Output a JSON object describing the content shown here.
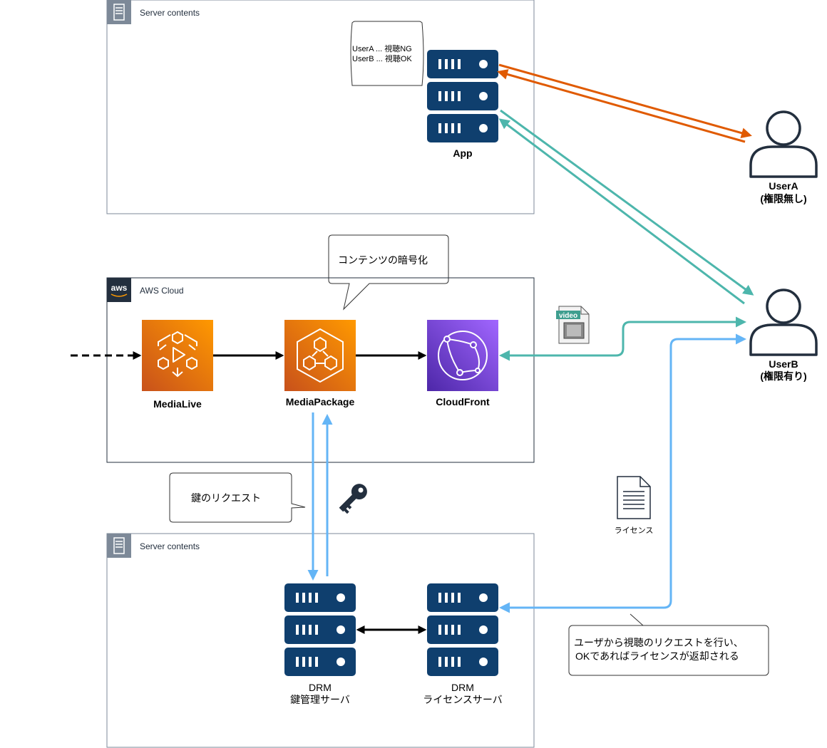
{
  "groups": {
    "app_server": {
      "title": "Server contents"
    },
    "aws_cloud": {
      "title": "AWS Cloud",
      "logo": "aws"
    },
    "drm_server": {
      "title": "Server contents"
    }
  },
  "note": {
    "line1": "UserA ... 視聴NG",
    "line2": "UserB ... 視聴OK"
  },
  "app": {
    "label": "App"
  },
  "users": {
    "userA": {
      "name": "UserA",
      "note": "(権限無し)"
    },
    "userB": {
      "name": "UserB",
      "note": "(権限有り)"
    }
  },
  "services": {
    "medialive": {
      "label": "MediaLive"
    },
    "mediapackage": {
      "label": "MediaPackage"
    },
    "cloudfront": {
      "label": "CloudFront"
    }
  },
  "callouts": {
    "encrypt": "コンテンツの暗号化",
    "key_request": "鍵のリクエスト",
    "license_line1": "ユーザから視聴のリクエストを行い、",
    "license_line2": "OKであればライセンスが返却される"
  },
  "video_tag": "video",
  "license_label": "ライセンス",
  "drm_key": {
    "line1": "DRM",
    "line2": "鍵管理サーバ"
  },
  "drm_license": {
    "line1": "DRM",
    "line2": "ライセンスサーバ"
  },
  "colors": {
    "orange_arrow": "#e05a00",
    "teal_arrow": "#4db6ac",
    "blue_arrow": "#64b5f6",
    "server_navy": "#0f3f6e",
    "cloudfront_purple": "#7b3fe4",
    "media_orange": "#ed7100"
  },
  "icons": [
    "server-contents-icon",
    "aws-logo-icon",
    "server-icon",
    "user-icon",
    "medialive-icon",
    "mediapackage-icon",
    "cloudfront-icon",
    "video-file-icon",
    "document-icon",
    "key-icon"
  ]
}
